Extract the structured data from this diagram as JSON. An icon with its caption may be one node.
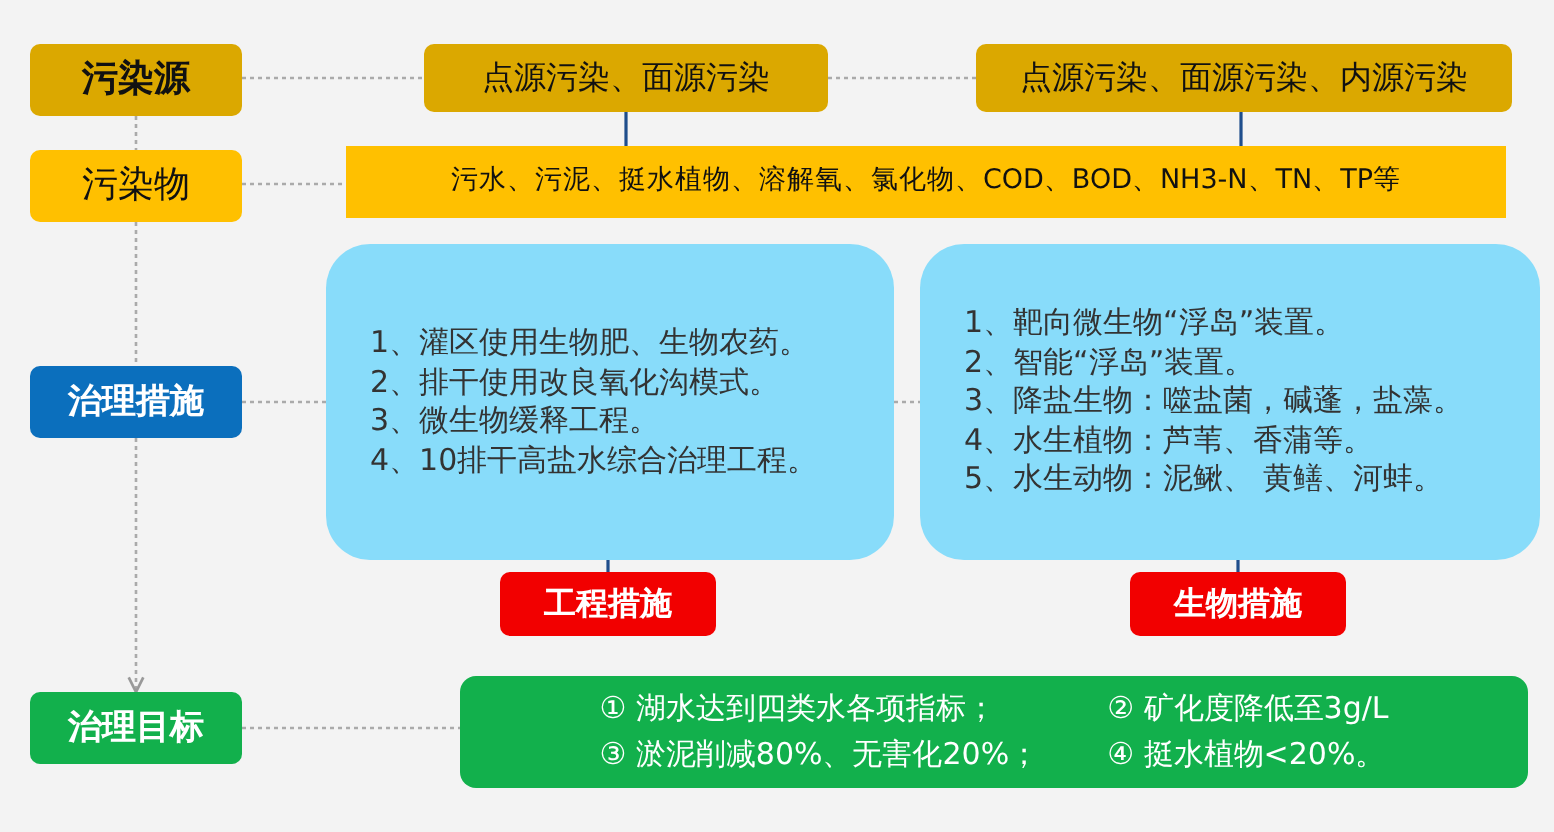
{
  "diagram": {
    "nodes": [
      {
        "text": [
          "污染源"
        ]
      },
      {
        "text": [
          "点源污染、面源污染"
        ]
      },
      {
        "text": [
          "点源污染、面源污染、内源污染"
        ]
      },
      {
        "text": [
          "污染物"
        ]
      },
      {
        "text": [
          "污水、污泥、挺水植物、溶解氧、氯化物、COD、BOD、NH3-N、TN、TP等"
        ]
      },
      {
        "text": [
          "治理措施"
        ]
      },
      {
        "text": [
          "1、灌区使用生物肥、生物农药。",
          "2、排干使用改良氧化沟模式。",
          "3、微生物缓释工程。",
          "4、10排干高盐水综合治理工程。"
        ]
      },
      {
        "text": [
          "1、靶向微生物“浮岛”装置。",
          "2、智能“浮岛”装置。",
          "3、降盐生物：噬盐菌，碱蓬，盐藻。",
          "4、水生植物：芦苇、香蒲等。",
          "5、水生动物：泥鳅、 黄鳝、河蚌。"
        ]
      },
      {
        "text": [
          "工程措施"
        ]
      },
      {
        "text": [
          "生物措施"
        ]
      },
      {
        "text": [
          "治理目标"
        ]
      },
      {
        "text": [
          "① 湖水达到四类水各项指标；",
          "② 矿化度降低至3g/L",
          "③ 淤泥削减80%、无害化20%；",
          "④ 挺水植物<20%。"
        ]
      }
    ],
    "edges": [
      {
        "from": 0,
        "to": 1,
        "arrow": "none",
        "style": "dashed"
      },
      {
        "from": 1,
        "to": 2,
        "arrow": "none",
        "style": "dashed"
      },
      {
        "from": 0,
        "to": 3,
        "arrow": "none",
        "style": "dashed"
      },
      {
        "from": 3,
        "to": 4,
        "arrow": "none",
        "style": "dashed"
      },
      {
        "from": 1,
        "to": 4,
        "arrow": "none",
        "color": "#1f4e8c"
      },
      {
        "from": 2,
        "to": 4,
        "arrow": "none",
        "color": "#1f4e8c"
      },
      {
        "from": 3,
        "to": 5,
        "arrow": "none",
        "style": "dashed"
      },
      {
        "from": 5,
        "to": 6,
        "arrow": "none",
        "style": "dashed"
      },
      {
        "from": 6,
        "to": 7,
        "arrow": "none",
        "style": "dashed"
      },
      {
        "from": 6,
        "to": 8,
        "arrow": "none",
        "color": "#1f4e8c"
      },
      {
        "from": 7,
        "to": 9,
        "arrow": "none",
        "color": "#1f4e8c"
      },
      {
        "from": 5,
        "to": 10,
        "arrow": "to",
        "style": "dashed"
      },
      {
        "from": 10,
        "to": 11,
        "arrow": "none",
        "style": "dashed"
      }
    ]
  }
}
